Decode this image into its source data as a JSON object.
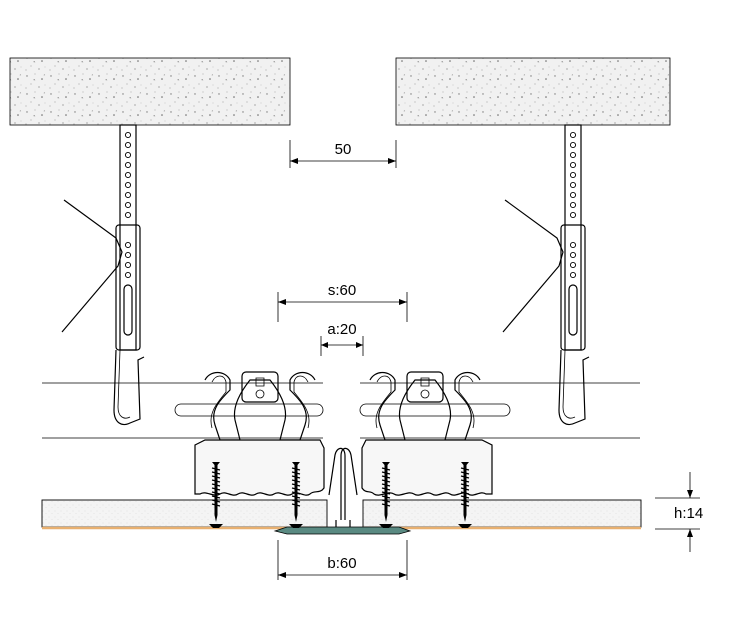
{
  "dimensions": {
    "gap_top": "50",
    "spacing": "s:60",
    "a_dim": "a:20",
    "b_dim": "b:60",
    "height": "h:14"
  },
  "colors": {
    "concrete_fill": "#f1f1f1",
    "board_fill": "#f4f4f4",
    "board_edge": "#e8b070",
    "joint_strip": "#5a8a82",
    "line": "#000000"
  }
}
